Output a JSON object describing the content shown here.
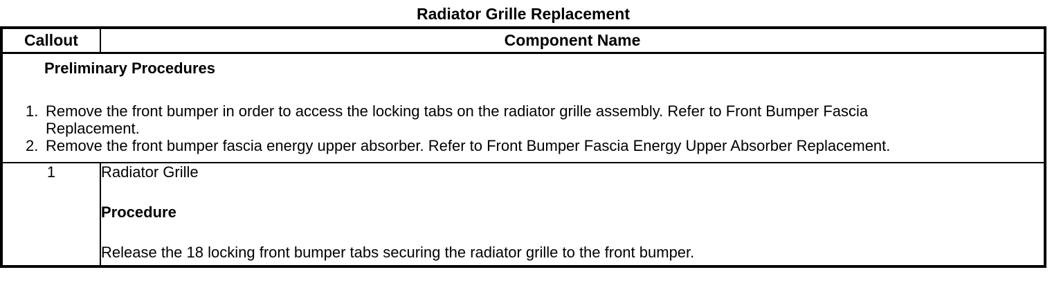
{
  "page": {
    "title": "Radiator Grille Replacement"
  },
  "table": {
    "headers": {
      "callout": "Callout",
      "component": "Component Name"
    },
    "preliminary": {
      "heading": "Preliminary Procedures",
      "steps": [
        {
          "num": "1.",
          "lines": [
            "Remove the front bumper in order to access the locking tabs on the radiator grille assembly. Refer to Front Bumper Fascia",
            "Replacement."
          ]
        },
        {
          "num": "2.",
          "lines": [
            "Remove the front bumper fascia energy upper absorber. Refer to Front Bumper Fascia Energy Upper Absorber Replacement."
          ]
        }
      ]
    },
    "rows": [
      {
        "callout": "1",
        "component_name": "Radiator Grille",
        "subheading": "Procedure",
        "instruction": "Release the 18 locking front bumper tabs securing the radiator grille to the front bumper."
      }
    ]
  },
  "colors": {
    "text": "#000000",
    "border": "#000000",
    "background": "#ffffff"
  }
}
